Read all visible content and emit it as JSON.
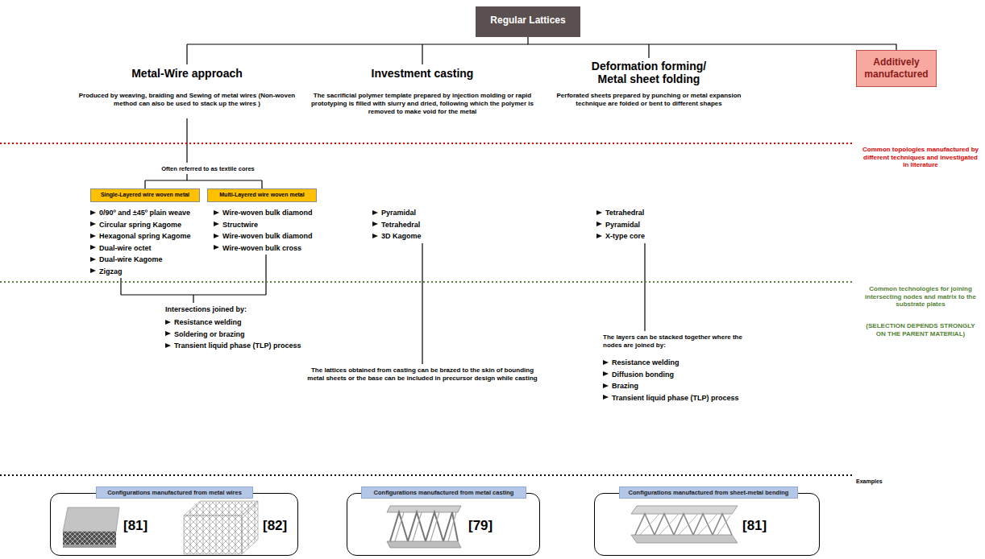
{
  "diagram": {
    "nodes": [
      {
        "text": [
          "Regular Lattices"
        ]
      },
      {
        "text": [
          "Additively manufactured"
        ]
      },
      {
        "text": [
          "Single-Layered wire woven metal"
        ]
      },
      {
        "text": [
          "Multi-Layered wire woven metal"
        ]
      },
      {
        "text": [
          "[81]",
          "[82]"
        ]
      },
      {
        "text": [
          "Configurations manufactured from metal wires"
        ],
        "in": 4
      },
      {
        "text": [
          "[79]"
        ]
      },
      {
        "text": [
          "Configurations manufactured from metal casting"
        ],
        "in": 6
      },
      {
        "text": [
          "[81]"
        ]
      },
      {
        "text": [
          "Configurations manufactured from sheet-metal bending"
        ],
        "in": 8
      }
    ],
    "edges": [
      {
        "from": 0,
        "to": 1,
        "arrow": "none"
      }
    ],
    "labels": [
      "Metal-Wire approach",
      "Investment casting",
      "Deformation forming/ Metal sheet folding",
      "Produced by weaving, braiding and Sewing of metal wires (Non-woven method can also be used to stack up the wires )",
      "The sacrificial polymer template prepared by injection molding or rapid prototyping is filled with slurry and dried, following which the polymer is removed to make void for the metal",
      "Perforated sheets prepared by punching or metal expansion technique are folded or bent to different shapes",
      "Common topologies manufactured by different techniques and investigated in literature",
      "Often referred to as textile cores",
      "0/90º and ±45º plain weave",
      "Circular spring Kagome",
      "Hexagonal spring Kagome",
      "Dual-wire octet",
      "Dual-wire Kagome",
      "Zigzag",
      "Wire-woven bulk diamond",
      "Structwire",
      "Wire-woven bulk diamond",
      "Wire-woven bulk cross",
      "Pyramidal",
      "Tetrahedral",
      "3D Kagome",
      "Tetrahedral",
      "Pyramidal",
      "X-type core",
      "Intersections joined by:",
      "Resistance welding",
      "Soldering or brazing",
      "Transient liquid phase (TLP) process",
      "The lattices obtained from casting can be brazed to the skin of bounding metal sheets or the base can be included in precursor design while casting",
      "The layers can be stacked together where the nodes are joined by:",
      "Resistance welding",
      "Diffusion bonding",
      "Brazing",
      "Transient liquid phase (TLP) process",
      "Common technologies for joining intersecting nodes and matrix to the substrate plates",
      "(SELECTION DEPENDS STRONGLY ON THE PARENT MATERIAL)",
      "Examples"
    ]
  }
}
